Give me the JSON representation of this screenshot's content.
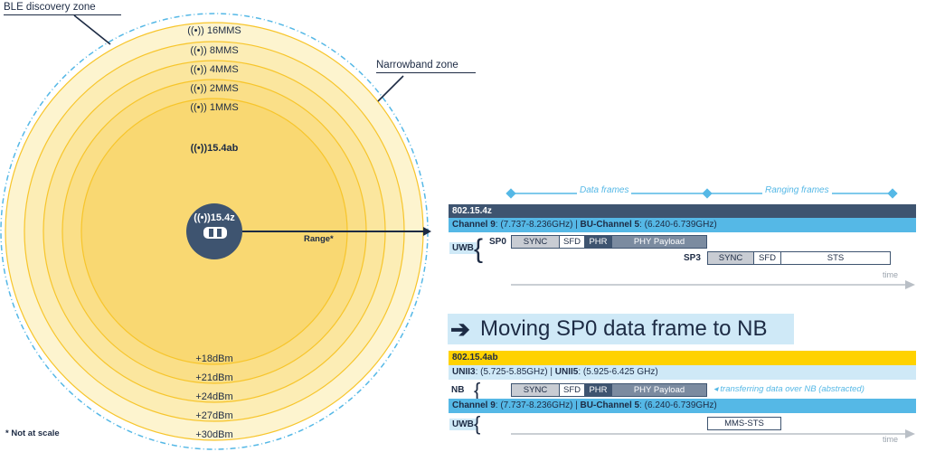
{
  "left": {
    "ble_zone_label": "BLE discovery zone",
    "nb_zone_label": "Narrowband zone",
    "rings": [
      "16MMS",
      "8MMS",
      "4MMS",
      "2MMS",
      "1MMS"
    ],
    "inner_label": "15.4ab",
    "center_label": "15.4z",
    "range_label": "Range*",
    "powers": [
      "+18dBm",
      "+21dBm",
      "+24dBm",
      "+27dBm",
      "+30dBm"
    ],
    "footnote": "* Not at scale"
  },
  "top": {
    "data_frames": "Data frames",
    "ranging_frames": "Ranging frames",
    "header": "802.15.4z",
    "channel_bold1": "Channel 9",
    "channel_text1": ": (7.737-8.236GHz) | ",
    "channel_bold2": "BU-Channel 5",
    "channel_text2": ": (6.240-6.739GHz)",
    "uwb_label": "UWB",
    "sp0": "SP0",
    "sp3": "SP3",
    "sp0_fields": [
      "SYNC",
      "SFD",
      "PHR",
      "PHY Payload"
    ],
    "sp3_fields": [
      "SYNC",
      "SFD",
      "STS"
    ],
    "time_label": "time"
  },
  "headline": "Moving SP0 data frame to NB",
  "bottom": {
    "header": "802.15.4ab",
    "unii_bold1": "UNII3",
    "unii_text1": ": (5.725-5.85GHz) | ",
    "unii_bold2": "UNII5",
    "unii_text2": ": (5.925-6.425 GHz)",
    "nb_label": "NB",
    "nb_fields": [
      "SYNC",
      "SFD",
      "PHR",
      "PHY Payload"
    ],
    "nb_note": "transferring data over NB (abstracted)",
    "channel_bold1": "Channel 9",
    "channel_text1": ": (7.737-8.236GHz) | ",
    "channel_bold2": "BU-Channel 5",
    "channel_text2": ": (6.240-6.739GHz)",
    "uwb_label": "UWB",
    "mms_sts": "MMS-STS",
    "time_label": "time"
  },
  "colors": {
    "navy": "#3e5470",
    "light_blue": "#55b8e6",
    "pale_blue": "#cfe9f7",
    "yellow": "#ffd200",
    "dark_text": "#1d2b44",
    "gray_frame": "#c8ccd3",
    "ring_stroke": "#f7c52b"
  },
  "icons": [
    "antenna-icon",
    "car-icon",
    "arrow-right-icon",
    "brace-icon",
    "triangle-left-icon"
  ]
}
